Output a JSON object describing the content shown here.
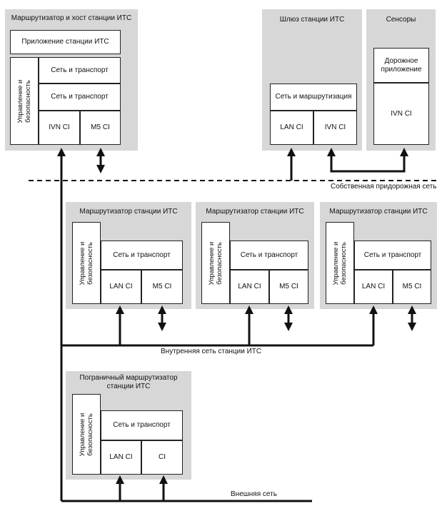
{
  "host": {
    "title": "Маршрутизатор и хост станции ИТС",
    "app": "Приложение станции ИТС",
    "mgmt": "Управление и безопасность",
    "net1": "Сеть и транспорт",
    "net2": "Сеть и транспорт",
    "ivn": "IVN CI",
    "m5": "M5 CI"
  },
  "gateway": {
    "title": "Шлюз станции ИТС",
    "net": "Сеть и маршрутизация",
    "lan": "LAN CI",
    "ivn": "IVN CI"
  },
  "sensors": {
    "title": "Сенсоры",
    "app": "Дорожное приложение",
    "ivn": "IVN CI"
  },
  "routers": [
    {
      "title": "Маршрутизатор станции ИТС",
      "mgmt": "Управление и безопасность",
      "net": "Сеть и транспорт",
      "lan": "LAN CI",
      "m5": "M5 CI"
    },
    {
      "title": "Маршрутизатор станции ИТС",
      "mgmt": "Управление и безопасность",
      "net": "Сеть и транспорт",
      "lan": "LAN CI",
      "m5": "M5 CI"
    },
    {
      "title": "Маршрутизатор станции ИТС",
      "mgmt": "Управление и безопасность",
      "net": "Сеть и транспорт",
      "lan": "LAN CI",
      "m5": "M5 CI"
    }
  ],
  "border": {
    "title": "Пограничный маршрутизатор станции ИТС",
    "mgmt": "Управление и безопасность",
    "net": "Сеть и транспорт",
    "lan": "LAN CI",
    "ci": "CI"
  },
  "networks": {
    "roadside": "Собственная придорожная сеть",
    "internal": "Внутренняя сеть станции ИТС",
    "external": "Внешняя сеть"
  }
}
